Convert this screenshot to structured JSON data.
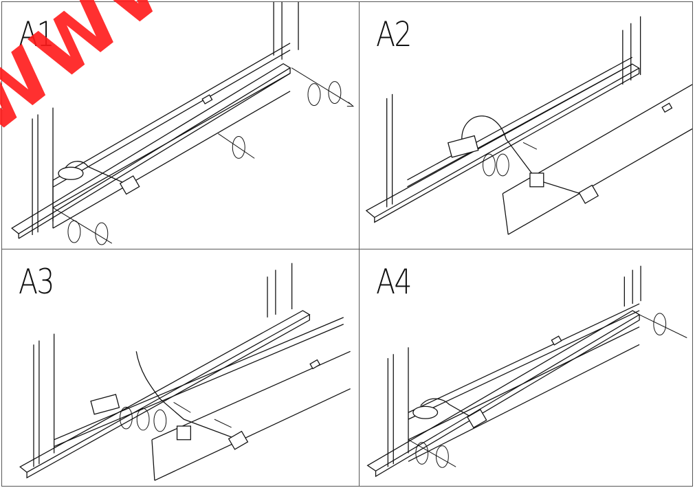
{
  "panels": [
    {
      "label": "A1"
    },
    {
      "label": "A2"
    },
    {
      "label": "A3"
    },
    {
      "label": "A4"
    }
  ],
  "watermark": "WWW.",
  "colors": {
    "line": "#111111",
    "watermark": "#ff1a1a",
    "border": "#555555"
  }
}
